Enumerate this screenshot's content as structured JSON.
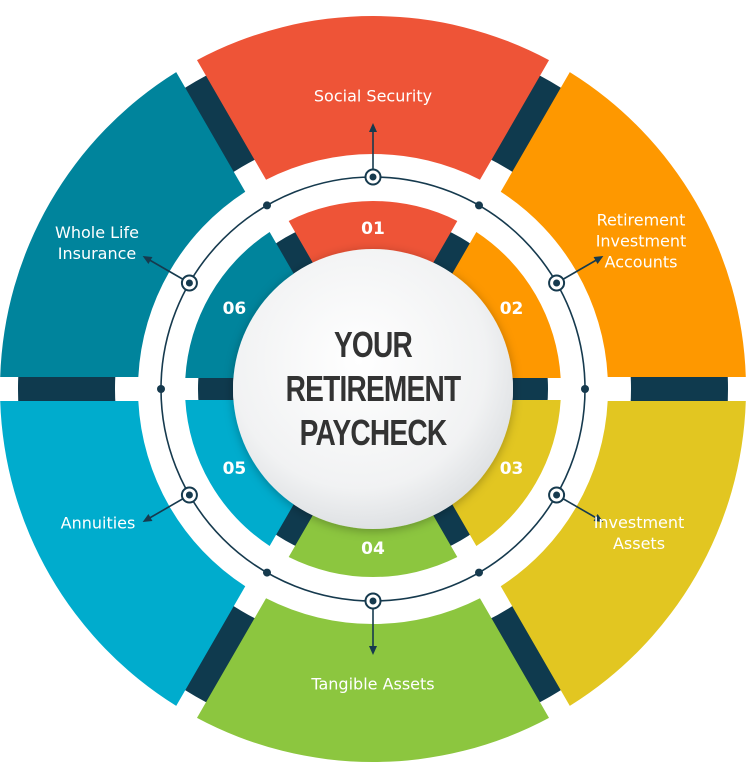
{
  "center": {
    "line1": "YOUR",
    "line2": "RETIREMENT",
    "line3": "PAYCHECK"
  },
  "segments": [
    {
      "number": "01",
      "label_lines": [
        "Social Security"
      ],
      "color": "#EE5437",
      "icon": "arrow-up-icon"
    },
    {
      "number": "02",
      "label_lines": [
        "Retirement",
        "Investment",
        "Accounts"
      ],
      "color": "#FE9800",
      "icon": "arrow-up-right-icon"
    },
    {
      "number": "03",
      "label_lines": [
        "Investment",
        "Assets"
      ],
      "color": "#E2C621",
      "icon": "arrow-down-right-icon"
    },
    {
      "number": "04",
      "label_lines": [
        "Tangible Assets"
      ],
      "color": "#8CC63F",
      "icon": "arrow-down-icon"
    },
    {
      "number": "05",
      "label_lines": [
        "Annuities"
      ],
      "color": "#00ACCD",
      "icon": "arrow-down-left-icon"
    },
    {
      "number": "06",
      "label_lines": [
        "Whole Life",
        "Insurance"
      ],
      "color": "#00849C",
      "icon": "arrow-up-left-icon"
    }
  ],
  "colors": {
    "gap_bar": "#0F3A4E",
    "connector_line": "#163A4E",
    "center_text": "#333333",
    "center_disk": "#F2F3F4"
  }
}
